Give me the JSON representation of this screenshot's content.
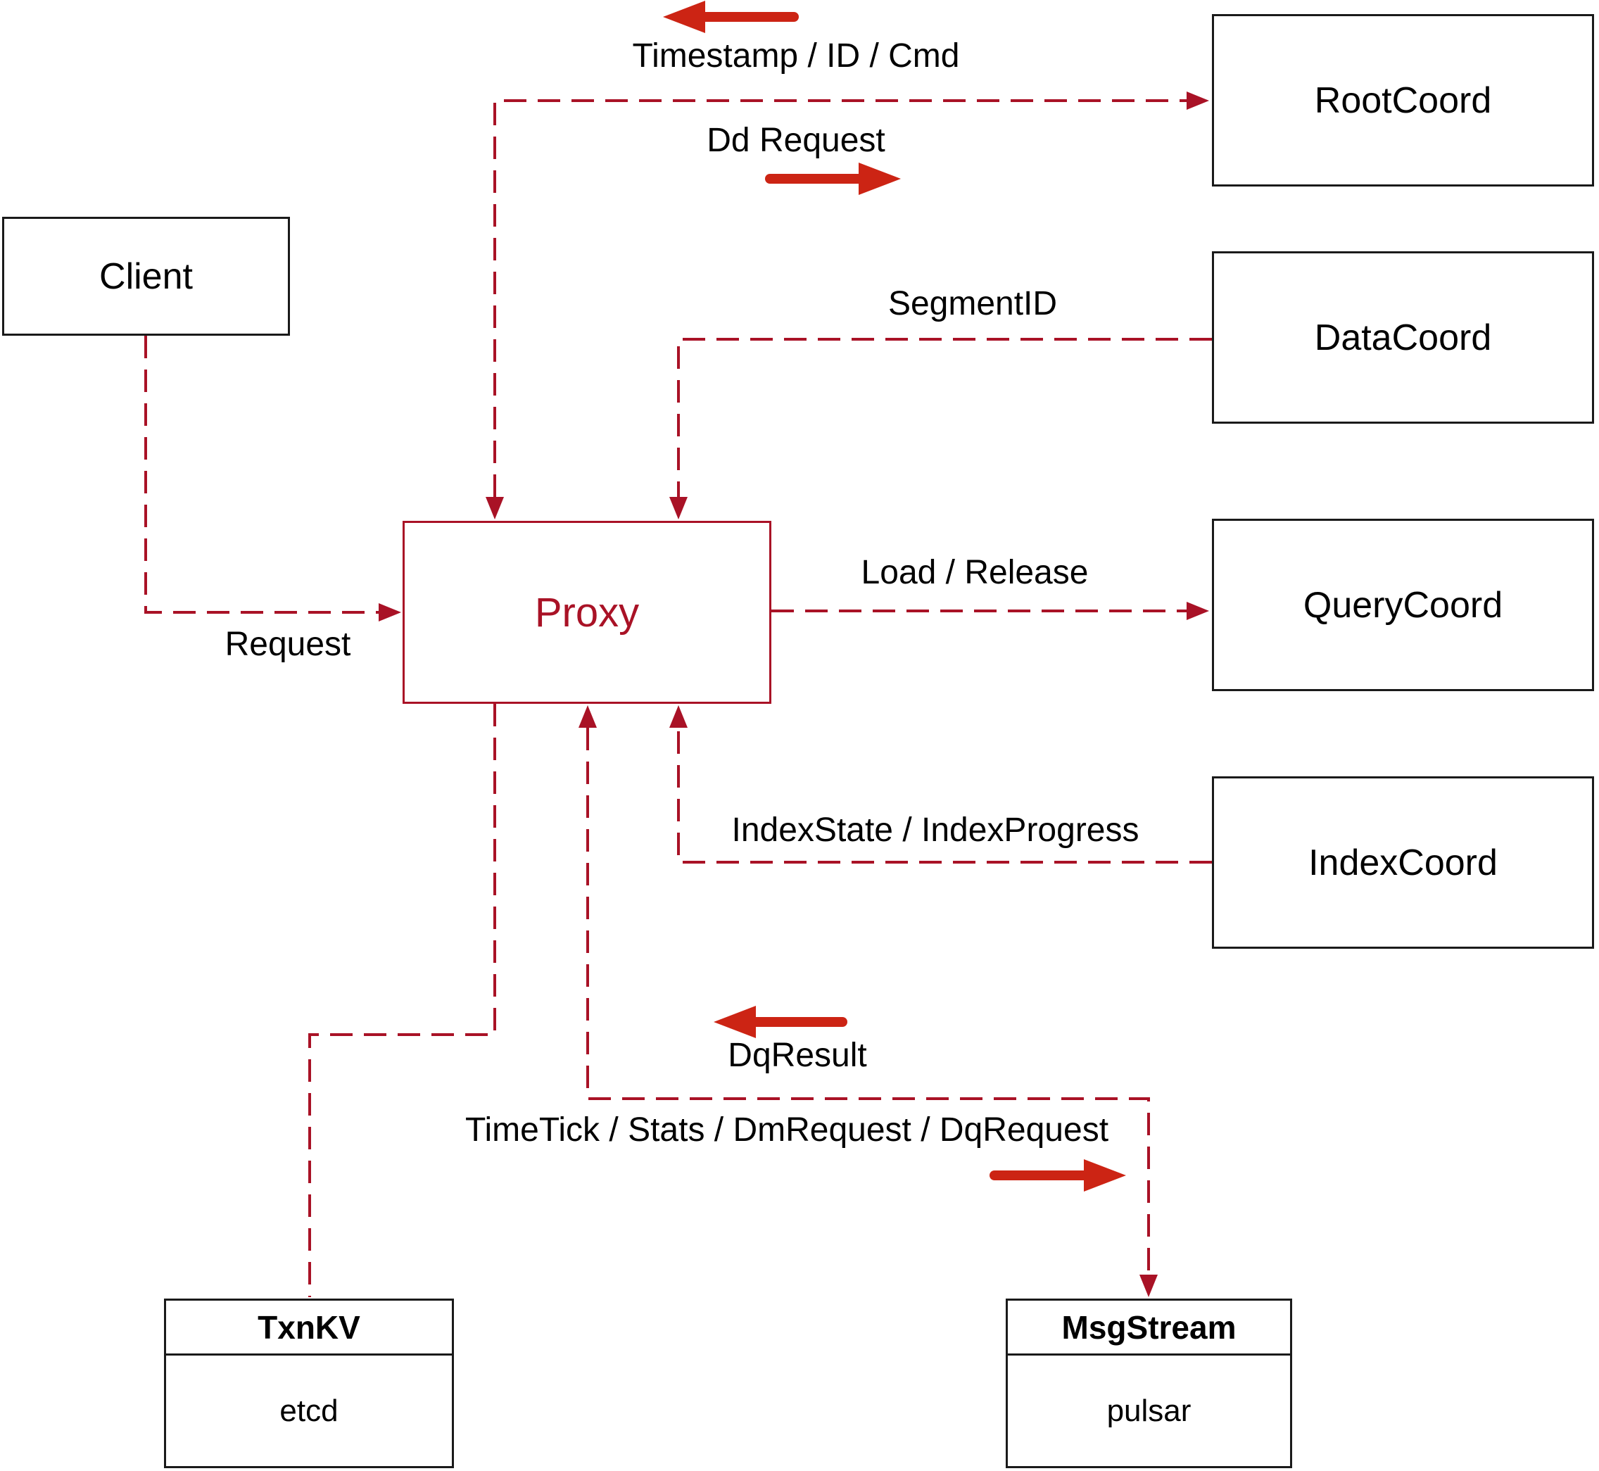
{
  "diagram": {
    "nodes": {
      "client": {
        "label": "Client"
      },
      "proxy": {
        "label": "Proxy"
      },
      "root_coord": {
        "label": "RootCoord"
      },
      "data_coord": {
        "label": "DataCoord"
      },
      "query_coord": {
        "label": "QueryCoord"
      },
      "index_coord": {
        "label": "IndexCoord"
      },
      "txn_kv": {
        "title": "TxnKV",
        "body": "etcd"
      },
      "msg_stream": {
        "title": "MsgStream",
        "body": "pulsar"
      }
    },
    "edge_labels": {
      "request": "Request",
      "timestamp_id_cmd": "Timestamp / ID / Cmd",
      "dd_request": "Dd Request",
      "segment_id": "SegmentID",
      "load_release": "Load / Release",
      "index_state_progress": "IndexState / IndexProgress",
      "dq_result": "DqResult",
      "timetick_stats": "TimeTick / Stats / DmRequest / DqRequest"
    },
    "colors": {
      "dashed_line": "#a91226",
      "solid_arrow": "#cc2414",
      "box_border": "#1a1a1a",
      "proxy_accent": "#a91226",
      "background": "#ffffff",
      "text": "#000000"
    }
  }
}
